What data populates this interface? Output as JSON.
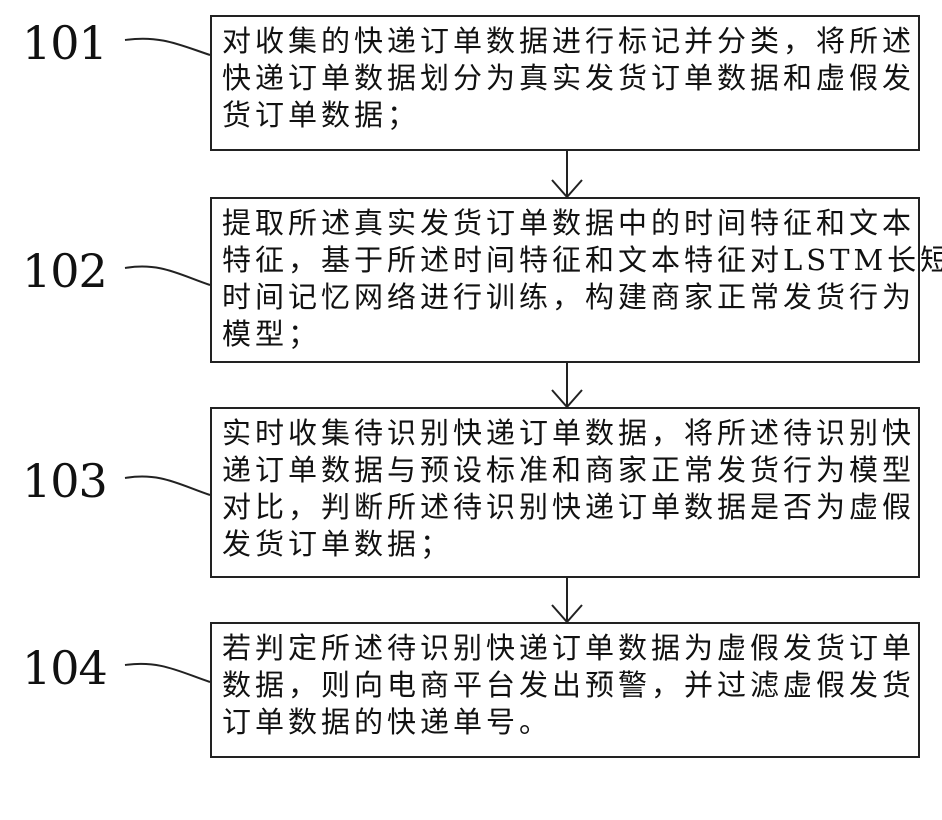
{
  "steps": [
    {
      "id": "101",
      "lines": [
        "对收集的快递订单数据进行标记并分类，将所述",
        "快递订单数据划分为真实发货订单数据和虚假发",
        "货订单数据；"
      ]
    },
    {
      "id": "102",
      "lines": [
        "提取所述真实发货订单数据中的时间特征和文本",
        "特征，基于所述时间特征和文本特征对LSTM长短",
        "时间记忆网络进行训练，构建商家正常发货行为",
        "模型；"
      ]
    },
    {
      "id": "103",
      "lines": [
        "实时收集待识别快递订单数据，将所述待识别快",
        "递订单数据与预设标准和商家正常发货行为模型",
        "对比，判断所述待识别快递订单数据是否为虚假",
        "发货订单数据；"
      ]
    },
    {
      "id": "104",
      "lines": [
        "若判定所述待识别快递订单数据为虚假发货订单",
        "数据，则向电商平台发出预警，并过滤虚假发货",
        "订单数据的快递单号。"
      ]
    }
  ]
}
